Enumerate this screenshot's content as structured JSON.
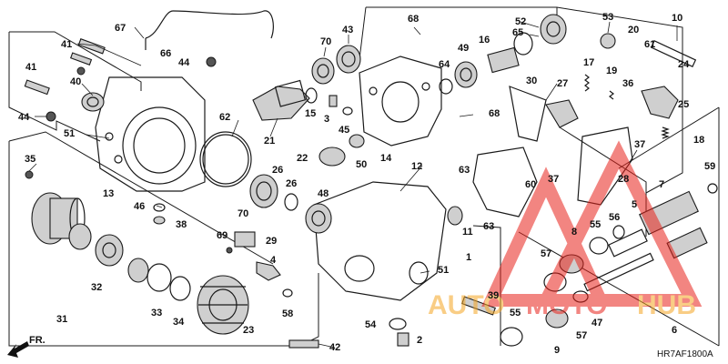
{
  "diagram": {
    "code": "HR7AF1800A",
    "direction_label": "FR.",
    "watermark": {
      "left": "AUTO",
      "mid": "MOTO",
      "right": "HUB",
      "brand_color": "#e8231b",
      "accent_color": "#f5a623"
    }
  },
  "callouts": {
    "c67": "67",
    "c66": "66",
    "c41a": "41",
    "c44a": "44",
    "c41b": "41",
    "c40": "40",
    "c44b": "44",
    "c51a": "51",
    "c13": "13",
    "c35": "35",
    "c31": "31",
    "c32": "32",
    "c46": "46",
    "c38": "38",
    "c33": "33",
    "c34": "34",
    "c23": "23",
    "c69": "69",
    "c29": "29",
    "c4": "4",
    "c58": "58",
    "c62": "62",
    "c70a": "70",
    "c70b": "70",
    "c26a": "26",
    "c26b": "26",
    "c21": "21",
    "c15": "15",
    "c43": "43",
    "c3": "3",
    "c45": "45",
    "c22": "22",
    "c50": "50",
    "c48": "48",
    "c12": "12",
    "c14": "14",
    "c68a": "68",
    "c68b": "68",
    "c63a": "63",
    "c63b": "63",
    "c11": "11",
    "c1": "1",
    "c51b": "51",
    "c54": "54",
    "c2": "2",
    "c42": "42",
    "c64": "64",
    "c49": "49",
    "c16": "16",
    "c65": "65",
    "c52": "52",
    "c53": "53",
    "c10": "10",
    "c20": "20",
    "c61": "61",
    "c17": "17",
    "c19": "19",
    "c36": "36",
    "c24": "24",
    "c25": "25",
    "c18": "18",
    "c30": "30",
    "c27": "27",
    "c60": "60",
    "c37a": "37",
    "c37b": "37",
    "c28": "28",
    "c59": "59",
    "c7": "7",
    "c5": "5",
    "c56": "56",
    "c55a": "55",
    "c55b": "55",
    "c8": "8",
    "c57a": "57",
    "c57b": "57",
    "c47": "47",
    "c6": "6",
    "c9": "9",
    "c39": "39"
  }
}
